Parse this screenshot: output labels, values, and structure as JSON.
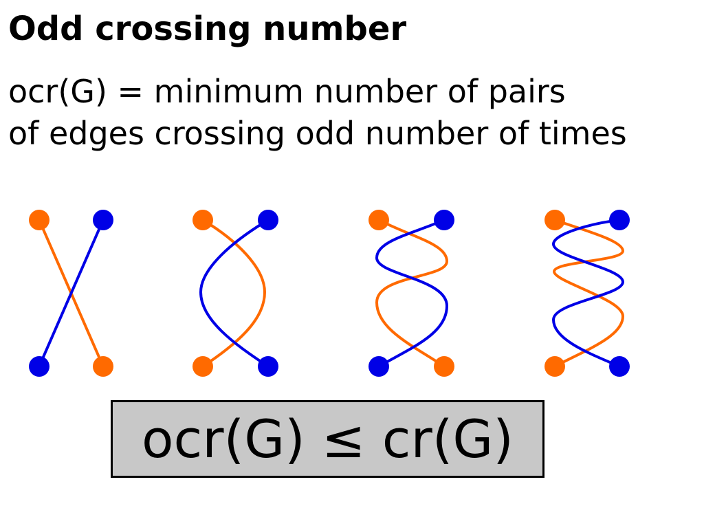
{
  "title": "Odd crossing number",
  "definition": {
    "line1": "ocr(G) = minimum number of pairs",
    "line2": "of edges crossing odd number of times"
  },
  "formula": "ocr(G) ≤ cr(G)",
  "colors": {
    "orange": "#ff6a00",
    "blue": "#0000e6",
    "box_fill": "#c8c8c8",
    "box_border": "#000000"
  },
  "drawings": [
    {
      "crossings": 1
    },
    {
      "crossings": 2
    },
    {
      "crossings": 3
    },
    {
      "crossings": 4
    }
  ]
}
